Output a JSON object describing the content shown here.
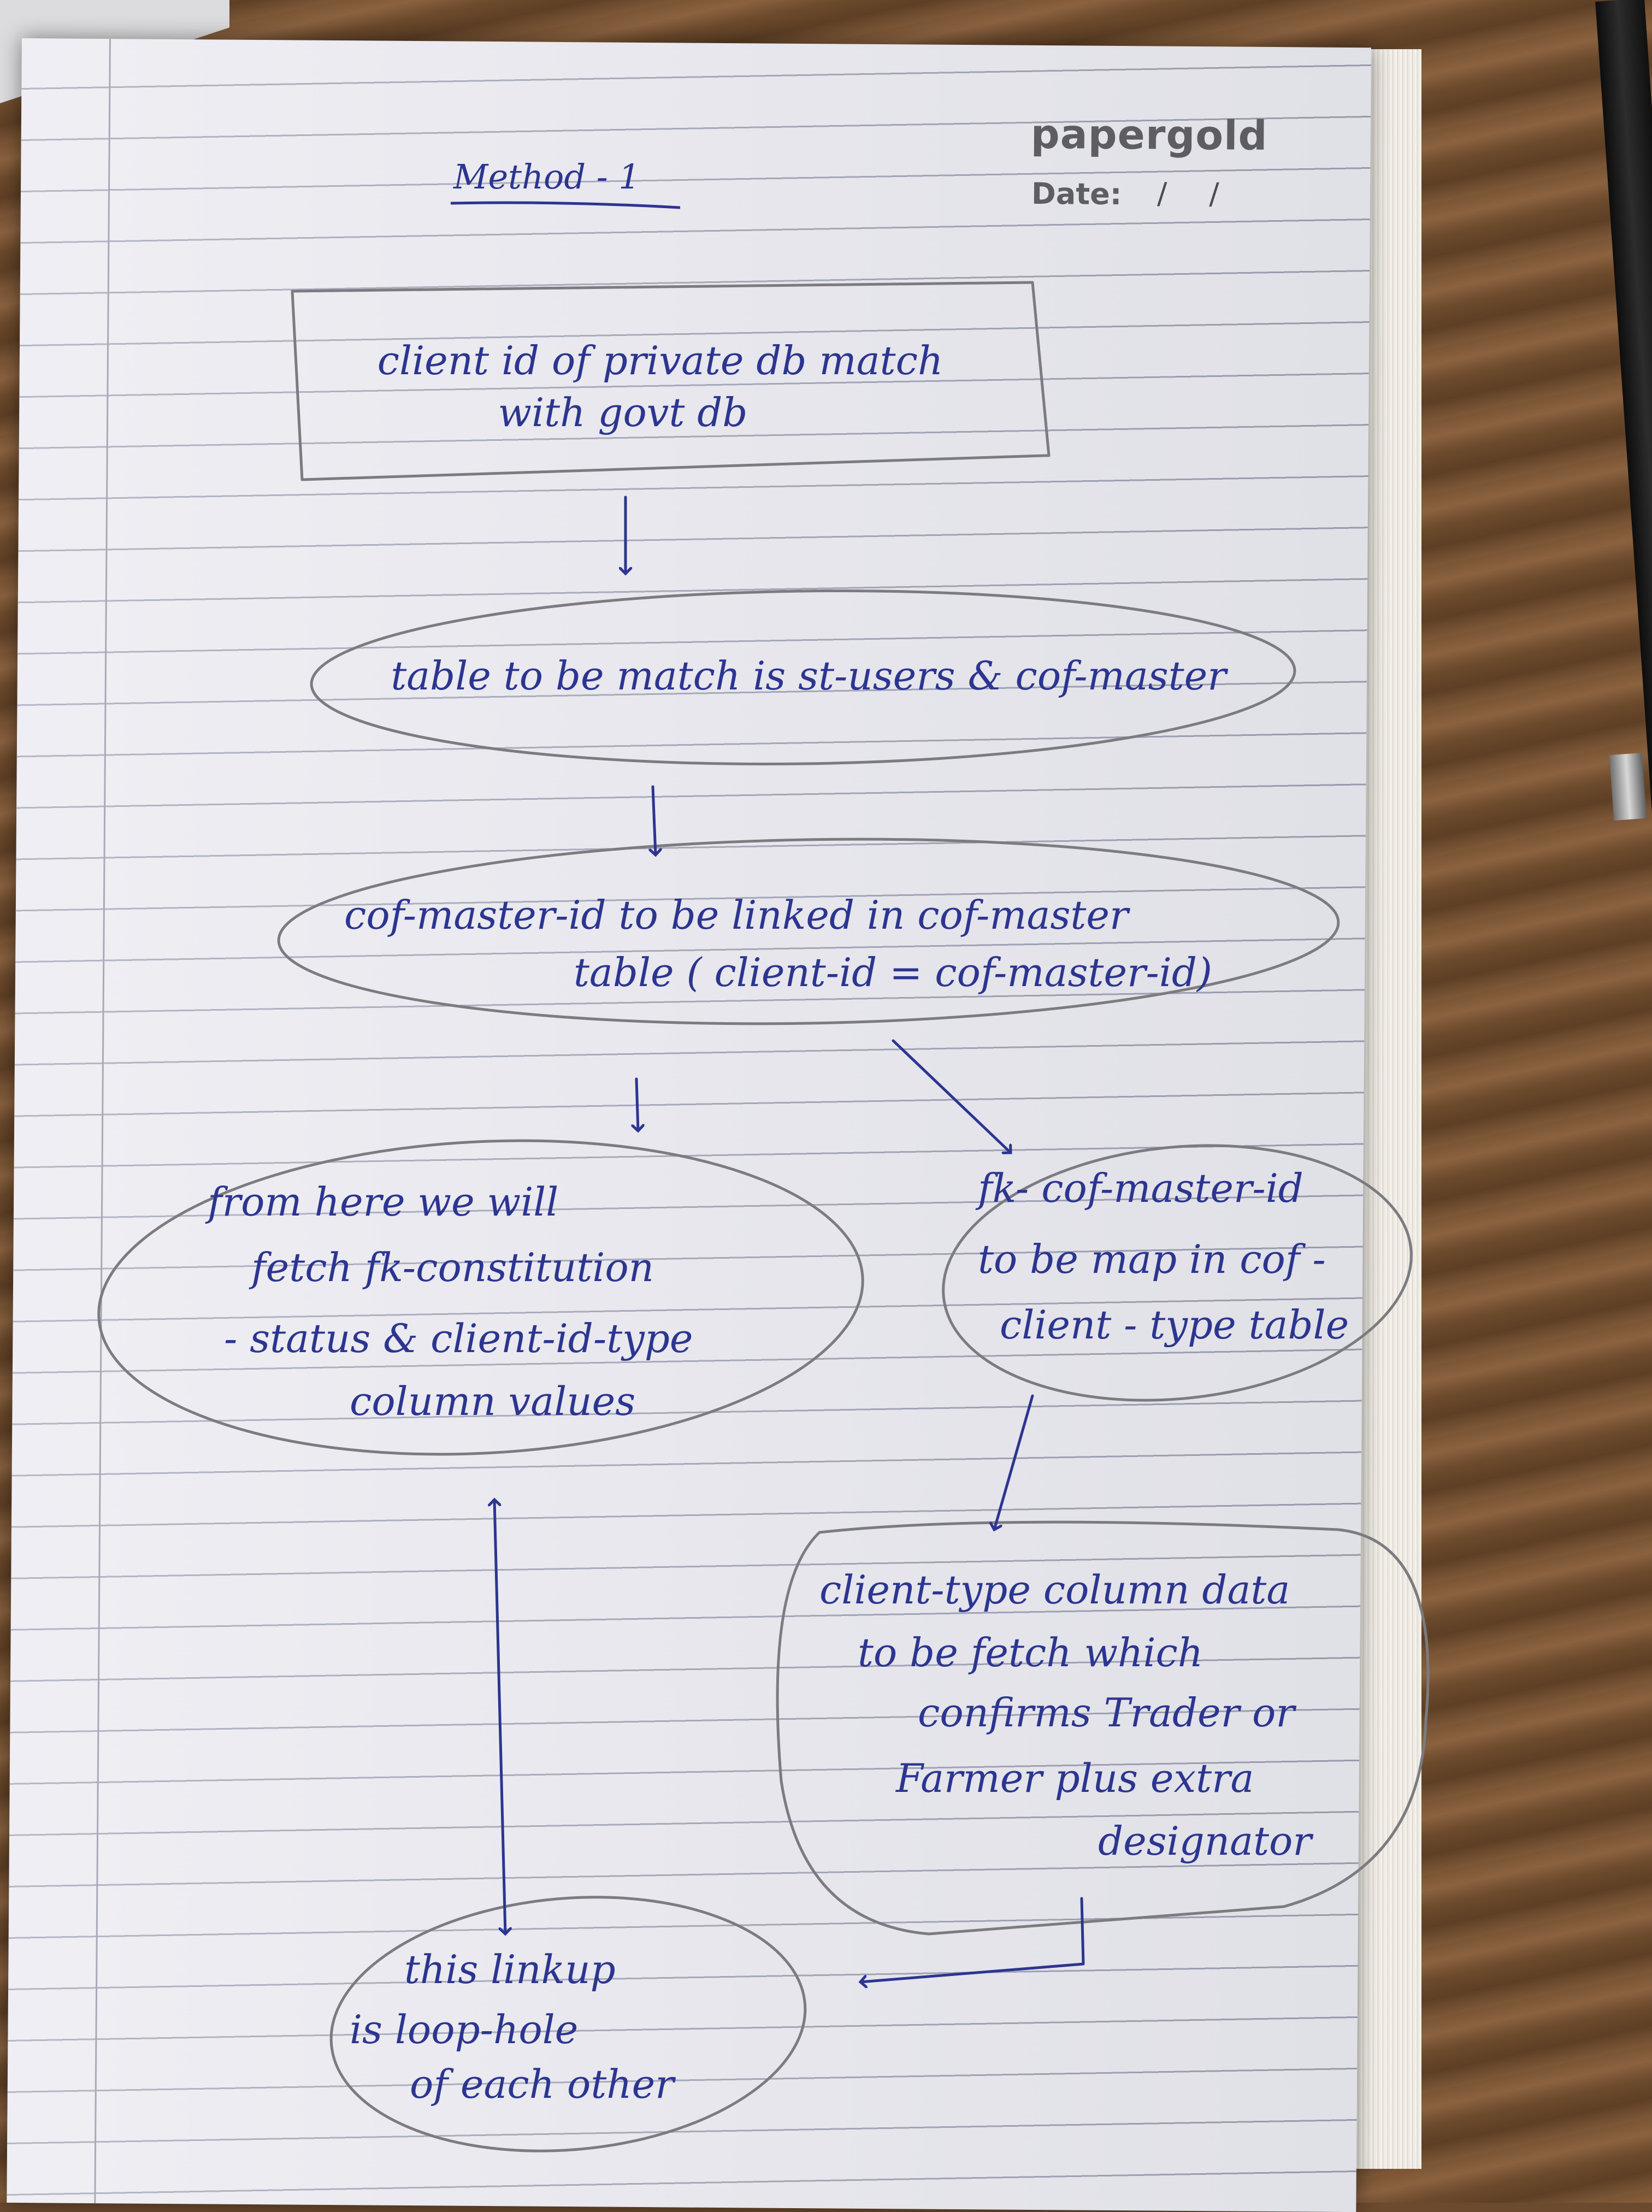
{
  "notebook": {
    "brand": "papergold",
    "date_label": "Date:",
    "date_value": "/ /"
  },
  "diagram": {
    "title": "Method - 1",
    "nodes": [
      {
        "id": "n1",
        "shape": "rectangle",
        "lines": [
          "client id of private db match",
          "with govt db"
        ]
      },
      {
        "id": "n2",
        "shape": "ellipse",
        "lines": [
          "table to be match is st-users & cof-master"
        ]
      },
      {
        "id": "n3",
        "shape": "ellipse",
        "lines": [
          "cof-master-id to be linked in cof-master",
          "table ( client-id = cof-master-id)"
        ]
      },
      {
        "id": "n4",
        "shape": "ellipse",
        "lines": [
          "from here we will",
          "fetch fk-constitution",
          "- status & client-id-type",
          "column values"
        ]
      },
      {
        "id": "n5",
        "shape": "ellipse",
        "lines": [
          "fk- cof-master-id",
          "to be map in cof -",
          "client - type table"
        ]
      },
      {
        "id": "n6",
        "shape": "rounded-rectangle",
        "lines": [
          "client-type column data",
          "to be fetch which",
          "confirms Trader or",
          "Farmer plus extra",
          "designator"
        ]
      },
      {
        "id": "n7",
        "shape": "ellipse",
        "lines": [
          "this linkup",
          "is loop-hole",
          "of each other"
        ]
      }
    ],
    "edges": [
      {
        "from": "n1",
        "to": "n2"
      },
      {
        "from": "n2",
        "to": "n3"
      },
      {
        "from": "n3",
        "to": "n4"
      },
      {
        "from": "n3",
        "to": "n5"
      },
      {
        "from": "n5",
        "to": "n6"
      },
      {
        "from": "n6",
        "to": "n7"
      },
      {
        "from": "n4",
        "to": "n7",
        "bidirectional": true
      }
    ]
  },
  "colors": {
    "ink": "#2c3590",
    "pencil": "#7b7b80",
    "paper": "#e9e9f0",
    "rule_line": "#9da0b4"
  }
}
